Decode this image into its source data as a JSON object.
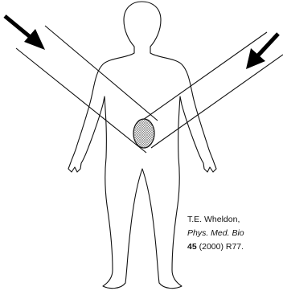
{
  "figure": {
    "beams": [
      {
        "name": "beam-left",
        "direction": "from upper-left"
      },
      {
        "name": "beam-right",
        "direction": "from upper-right"
      }
    ],
    "target": "tumour"
  },
  "citation": {
    "author": "T.E. Wheldon,",
    "journal": "Phys. Med. Bio",
    "volume": "45",
    "rest": " (2000) R77."
  }
}
